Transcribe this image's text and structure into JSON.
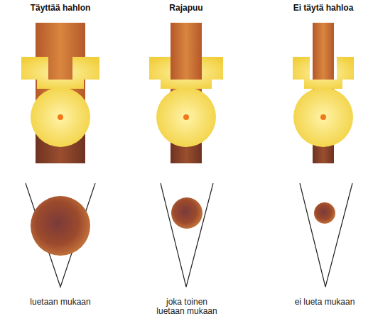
{
  "diagram": {
    "labels": [
      "Täyttää hahlon",
      "Rajapuu",
      "Ei täytä hahloa",
      "luetaan mukaan",
      "joka toinen luetaan mukaan",
      "ei lueta mukaan"
    ]
  }
}
